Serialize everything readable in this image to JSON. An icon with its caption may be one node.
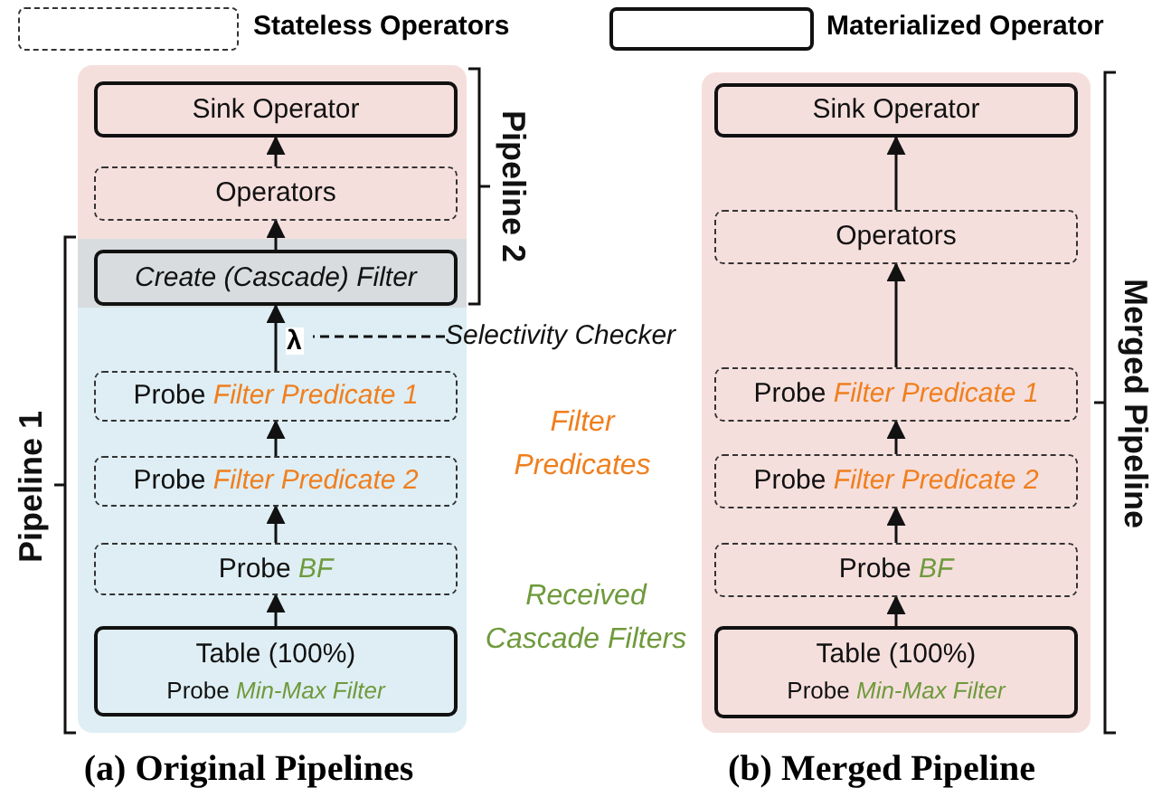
{
  "diagram": {
    "nodes": [
      {
        "text": [
          "Pipeline 2"
        ]
      },
      {
        "text": [
          "Sink Operator"
        ],
        "in": 0
      },
      {
        "text": [
          "Operators"
        ],
        "in": 0
      },
      {
        "text": [
          "Create (Cascade) Filter"
        ],
        "in": 0
      },
      {
        "text": [
          "Pipeline 1"
        ]
      },
      {
        "text": [
          "Probe *Filter Predicate 1*"
        ],
        "in": 4
      },
      {
        "text": [
          "Probe *Filter Predicate 2*"
        ],
        "in": 4
      },
      {
        "text": [
          "Probe *BF*"
        ],
        "in": 4
      },
      {
        "text": [
          "Table (100%)",
          "Probe *Min-Max Filter*"
        ],
        "in": 4
      },
      {
        "text": [
          "Selectivity Checker"
        ]
      },
      {
        "text": [
          "Merged Pipeline"
        ]
      },
      {
        "text": [
          "Sink Operator"
        ],
        "in": 10
      },
      {
        "text": [
          "Operators"
        ],
        "in": 10
      },
      {
        "text": [
          "Probe *Filter Predicate 1*"
        ],
        "in": 10
      },
      {
        "text": [
          "Probe *Filter Predicate 2*"
        ],
        "in": 10
      },
      {
        "text": [
          "Probe *BF*"
        ],
        "in": 10
      },
      {
        "text": [
          "Table (100%)",
          "Probe *Min-Max Filter*"
        ],
        "in": 10
      }
    ],
    "edges": [
      {
        "from": 2,
        "to": 1,
        "arrow": "to"
      },
      {
        "from": 3,
        "to": 2,
        "arrow": "to"
      },
      {
        "from": 5,
        "to": 3,
        "arrow": "to",
        "label": "λ"
      },
      {
        "from": 6,
        "to": 5,
        "arrow": "to"
      },
      {
        "from": 7,
        "to": 6,
        "arrow": "to"
      },
      {
        "from": 8,
        "to": 7,
        "arrow": "to"
      },
      {
        "from": 9,
        "to": null,
        "arrow": "none",
        "style": "dashed"
      },
      {
        "from": 12,
        "to": 11,
        "arrow": "to"
      },
      {
        "from": 13,
        "to": 12,
        "arrow": "to"
      },
      {
        "from": 14,
        "to": 13,
        "arrow": "to"
      },
      {
        "from": 15,
        "to": 14,
        "arrow": "to"
      },
      {
        "from": 16,
        "to": 15,
        "arrow": "to"
      }
    ],
    "labels": [
      "Filter Predicates",
      "Received Cascade Filters",
      "(a) Original Pipelines",
      "(b) Merged Pipeline"
    ],
    "legend": [
      {
        "text": "Stateless Operators"
      },
      {
        "text": "Materialized Operator"
      }
    ]
  }
}
